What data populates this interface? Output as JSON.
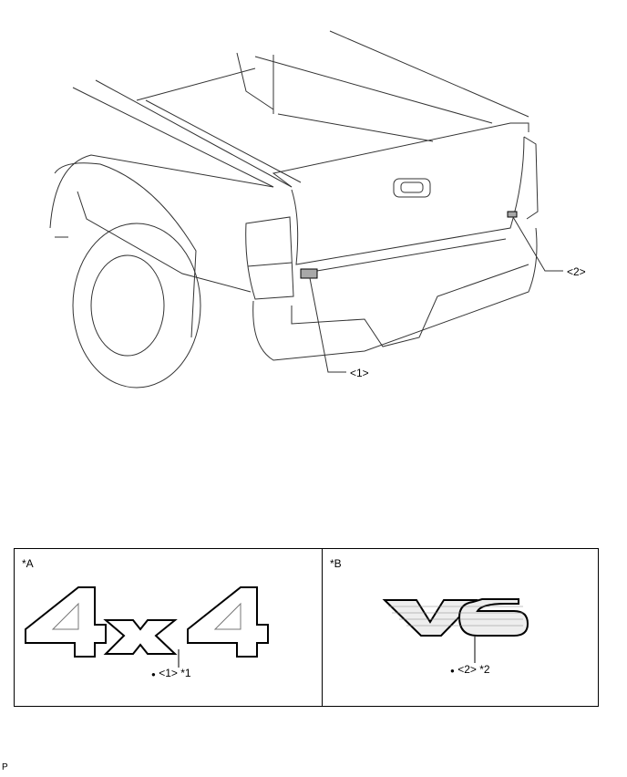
{
  "callouts": {
    "c1": "<1>",
    "c2": "<2>"
  },
  "panels": [
    {
      "label": "*A",
      "emblem": "4x4",
      "bullet": "●",
      "caption": "<1> *1"
    },
    {
      "label": "*B",
      "emblem": "V6",
      "bullet": "●",
      "caption": "<2> *2"
    }
  ],
  "footer_code": "P",
  "colors": {
    "emblem_location_fill": "#a8a8a8",
    "line": "#333333"
  }
}
